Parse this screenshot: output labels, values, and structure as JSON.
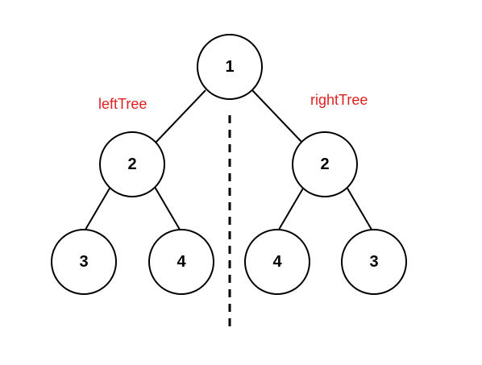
{
  "labels": {
    "left": "leftTree",
    "right": "rightTree"
  },
  "label_color": "#e02020",
  "nodes": {
    "root": "1",
    "left": "2",
    "right": "2",
    "left_left": "3",
    "left_right": "4",
    "right_left": "4",
    "right_right": "3"
  }
}
